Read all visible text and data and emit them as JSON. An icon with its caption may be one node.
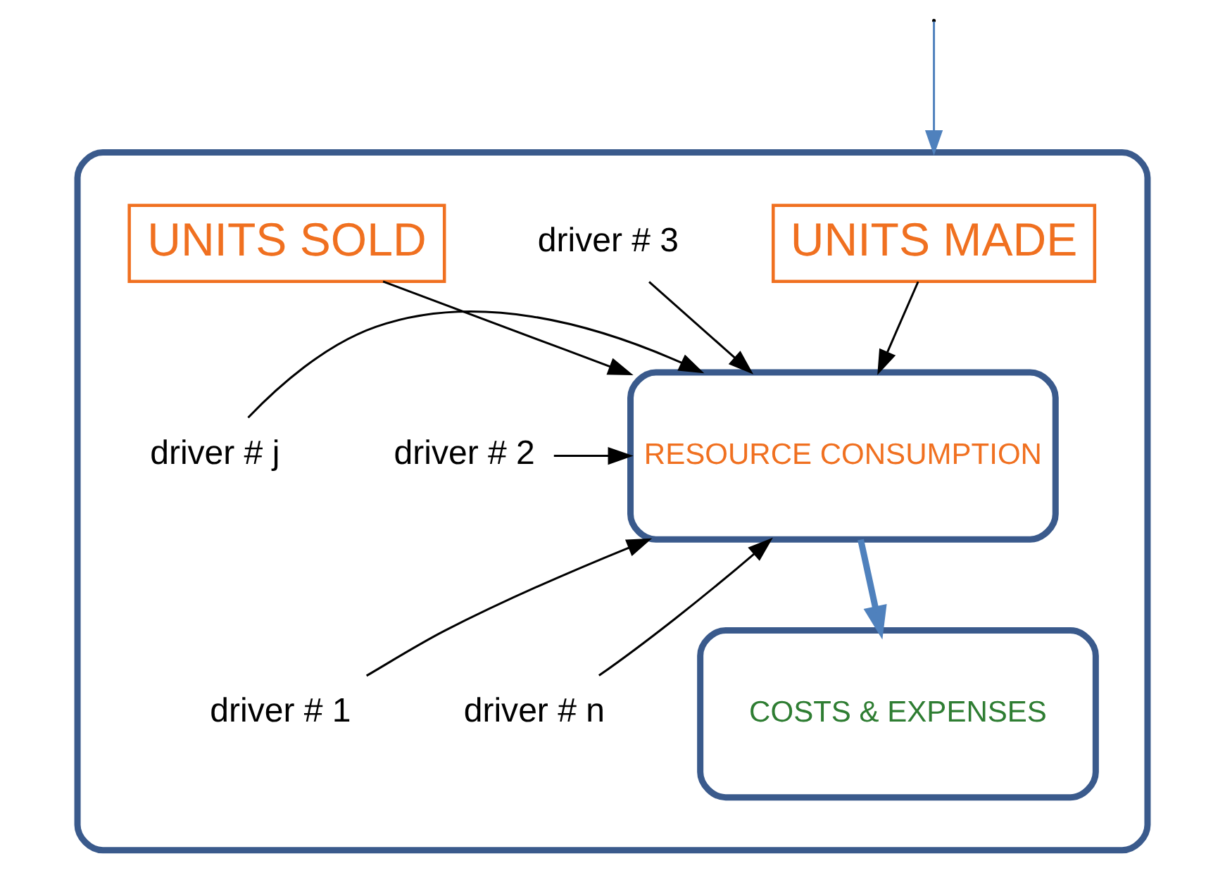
{
  "diagram": {
    "nodes": [
      {
        "text": [],
        "shape": "box"
      },
      {
        "text": [
          "UNITS MADE"
        ],
        "in": 0
      },
      {
        "text": [
          "driver # 3"
        ],
        "in": 0
      },
      {
        "text": [
          "UNITS SOLD"
        ],
        "in": 0
      },
      {
        "text": [
          "driver # 2"
        ],
        "in": 0
      },
      {
        "text": [
          "RESOURCE CONSUMPTION"
        ],
        "in": 0
      },
      {
        "text": [
          "driver # j"
        ],
        "in": 0
      },
      {
        "text": [
          "driver # 1"
        ],
        "in": 0
      },
      {
        "text": [
          "driver # n"
        ],
        "in": 0
      },
      {
        "text": [
          "COSTS & EXPENSES"
        ],
        "in": 0
      }
    ],
    "edges": [
      {
        "from": null,
        "to": 0,
        "arrow": "to",
        "color": "#4f81bd"
      },
      {
        "from": 2,
        "to": 5,
        "arrow": "to"
      },
      {
        "from": 1,
        "to": 5,
        "arrow": "to"
      },
      {
        "from": 3,
        "to": 5,
        "arrow": "to"
      },
      {
        "from": 4,
        "to": 5,
        "arrow": "to"
      },
      {
        "from": 6,
        "to": 5,
        "arrow": "to"
      },
      {
        "from": 7,
        "to": 5,
        "arrow": "to"
      },
      {
        "from": 8,
        "to": 5,
        "arrow": "to"
      },
      {
        "from": 5,
        "to": 9,
        "arrow": "to",
        "style": "thick",
        "color": "#4f81bd"
      }
    ]
  }
}
